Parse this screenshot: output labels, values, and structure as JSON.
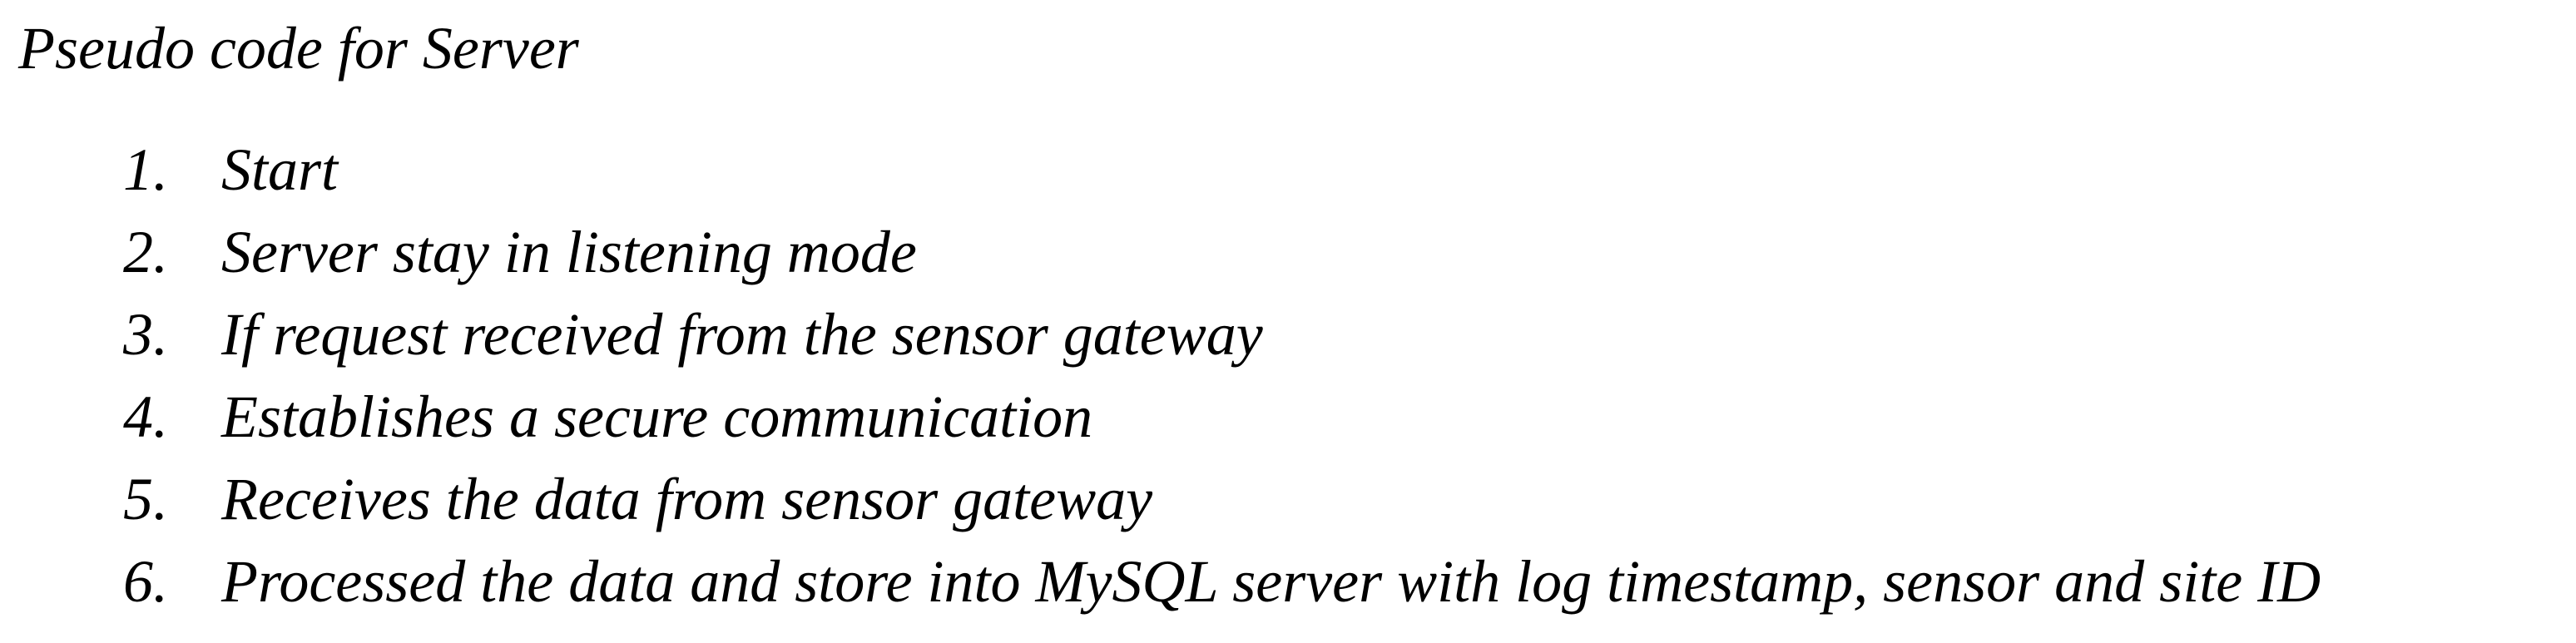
{
  "document": {
    "title": "Pseudo code for Server",
    "steps": [
      {
        "number": "1.",
        "text": "Start"
      },
      {
        "number": "2.",
        "text": "Server stay in listening mode"
      },
      {
        "number": "3.",
        "text": "If request received from the sensor gateway"
      },
      {
        "number": "4.",
        "text": "Establishes a secure communication"
      },
      {
        "number": "5.",
        "text": "Receives the data from sensor gateway"
      },
      {
        "number": "6.",
        "text": "Processed the data and store into MySQL server with log timestamp, sensor and site ID"
      }
    ]
  }
}
